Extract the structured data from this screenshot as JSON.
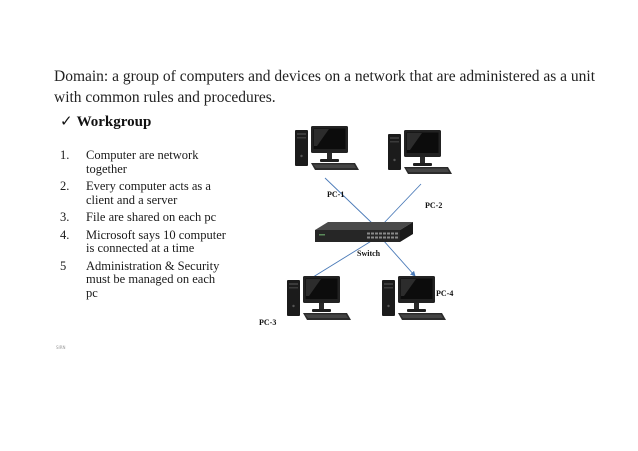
{
  "intro": "Domain: a group of computers and devices on a network that are administered as a unit with common rules and procedures.",
  "section": {
    "check_glyph": "✓",
    "title": "Workgroup"
  },
  "list": [
    {
      "num": "1.",
      "lines": [
        "Computer are network",
        "together"
      ]
    },
    {
      "num": "2.",
      "lines": [
        "Every computer acts as a",
        "client and a server"
      ]
    },
    {
      "num": "3.",
      "lines": [
        "File are shared on each pc"
      ]
    },
    {
      "num": "4.",
      "lines": [
        "Microsoft says 10 computer",
        "is connected at a time"
      ]
    },
    {
      "num": "5",
      "lines": [
        "Administration & Security",
        "must be managed on each",
        "pc"
      ]
    }
  ],
  "tiny_note": "SIRN",
  "diagram": {
    "labels": {
      "pc1": "PC-1",
      "pc2": "PC-2",
      "pc3": "PC-3",
      "pc4": "PC-4",
      "switch": "Switch"
    },
    "link_color": "#4a7ab8"
  }
}
